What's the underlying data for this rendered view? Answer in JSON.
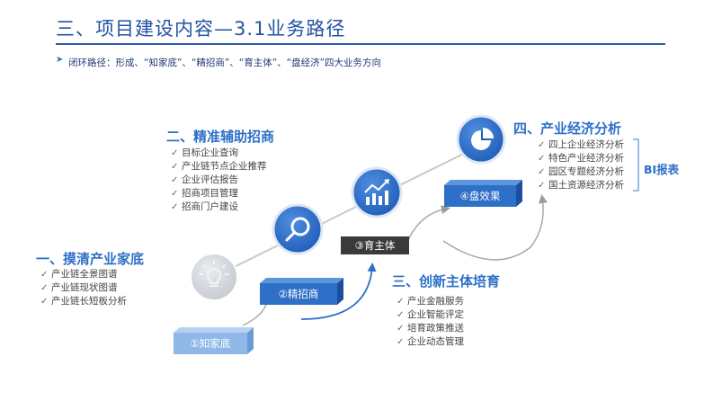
{
  "header": {
    "title": "三、项目建设内容—3.1业务路径",
    "subtitle": "闭环路径：形成、“知家底”、“精招商”、“育主体”、“盘经济”四大业务方向"
  },
  "steps": [
    {
      "label": "①知家底"
    },
    {
      "label": "②精招商"
    },
    {
      "label": "③育主体"
    },
    {
      "label": "④盘效果"
    }
  ],
  "groups": [
    {
      "title": "一、摸清产业家底",
      "items": [
        "产业链全景图谱",
        "产业链现状图谱",
        "产业链长短板分析"
      ]
    },
    {
      "title": "二、精准辅助招商",
      "items": [
        "目标企业查询",
        "产业链节点企业推荐",
        "企业评估报告",
        "招商项目管理",
        "招商门户建设"
      ]
    },
    {
      "title": "三、创新主体培育",
      "items": [
        "产业金融服务",
        "企业智能评定",
        "培育政策推送",
        "企业动态管理"
      ]
    },
    {
      "title": "四、产业经济分析",
      "items": [
        "四上企业经济分析",
        "特色产业经济分析",
        "园区专题经济分析",
        "国土资源经济分析"
      ]
    }
  ],
  "bi_label": "BI报表",
  "icons": [
    "lightbulb-icon",
    "search-icon",
    "chart-trend-icon",
    "pie-chart-icon"
  ],
  "colors": {
    "accent": "#2e6fc7",
    "title": "#2352a3",
    "step_dark": "#3a3a3a",
    "step_light": "#8fb8e8"
  }
}
